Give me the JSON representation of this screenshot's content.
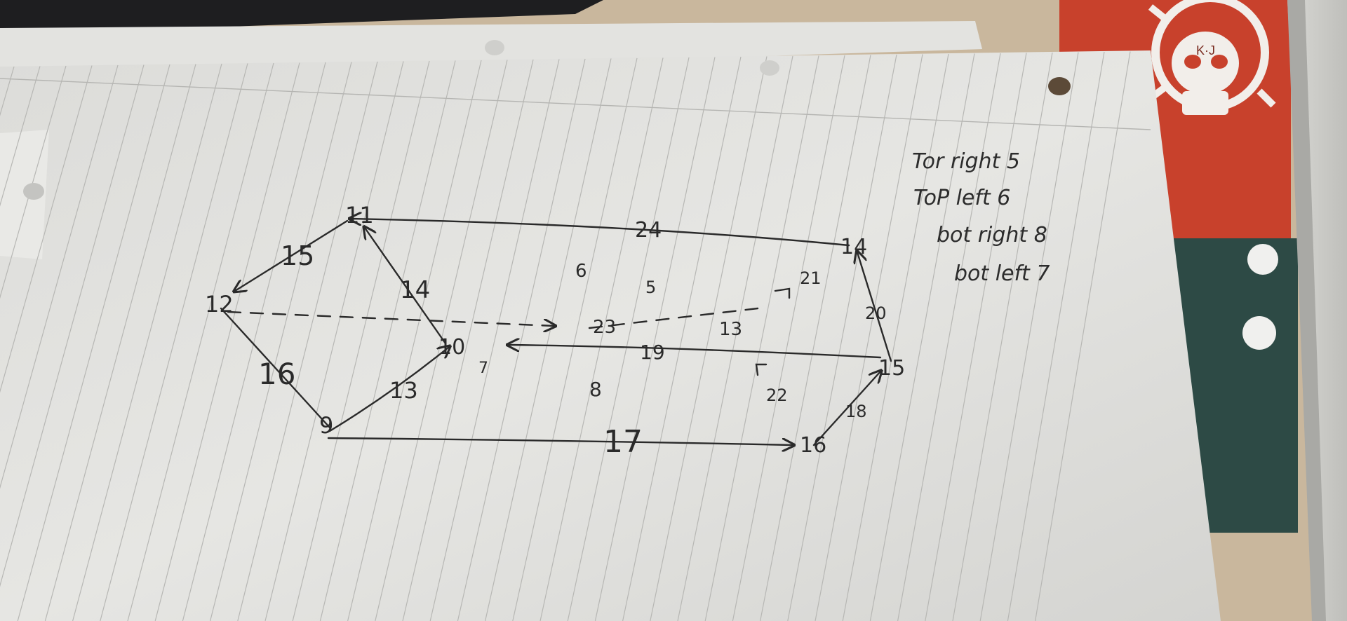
{
  "badge": {
    "monogram": "K·J"
  },
  "diagram": {
    "vertex_labels": {
      "top_left": "11",
      "left": "12",
      "front_top": "10",
      "bottom_left": "9",
      "top_right": "14",
      "bottom_right": "16",
      "right": "15"
    },
    "edge_labels": {
      "e15": "15",
      "e14": "14",
      "e16": "16",
      "e13": "13",
      "e24": "24",
      "e23": "23",
      "e13b": "13",
      "e19": "19",
      "e17": "17",
      "e20": "20",
      "e18": "18",
      "e21": "21",
      "e22": "22"
    },
    "face_labels": {
      "f6": "6",
      "f5": "5",
      "f7": "7",
      "f8": "8"
    }
  },
  "notes": {
    "line1": "Tor right 5",
    "line2": "ToP left 6",
    "line3": "bot right 8",
    "line4": "bot left 7"
  }
}
